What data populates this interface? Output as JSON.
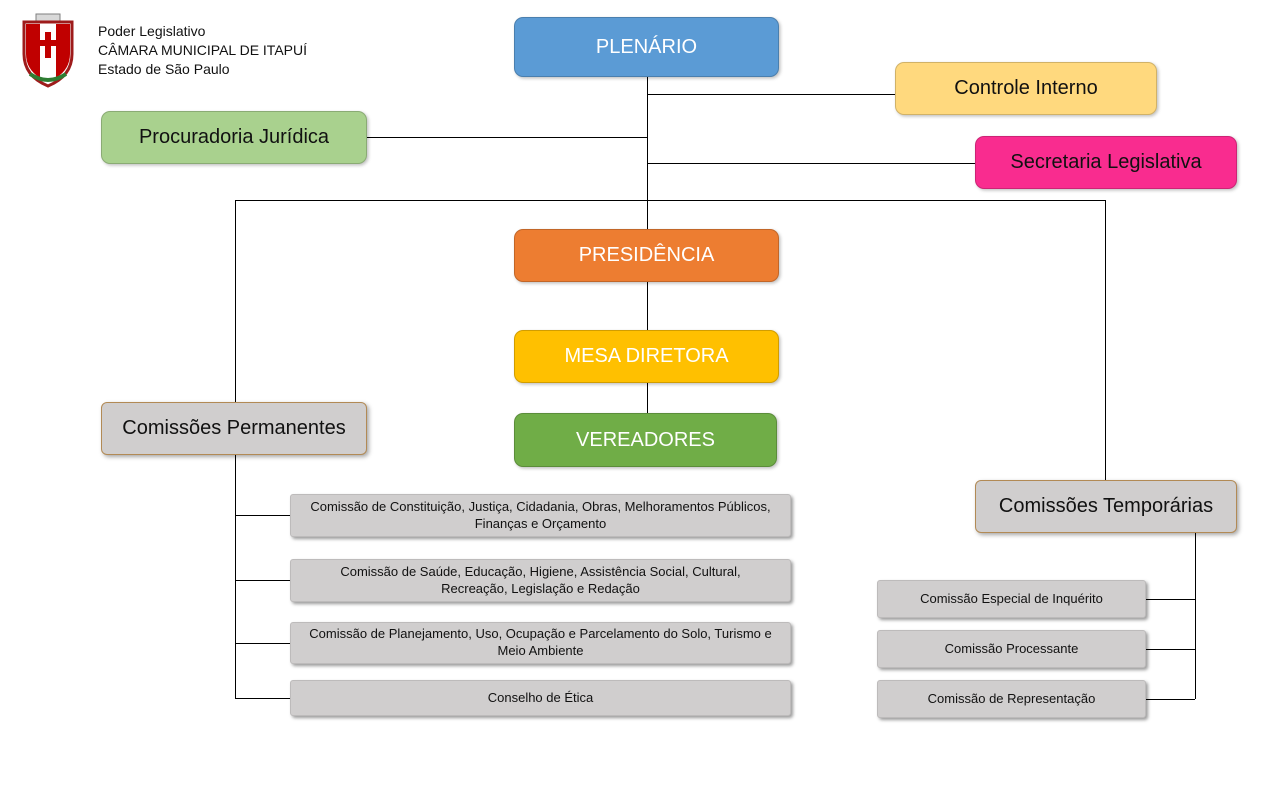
{
  "letterhead": {
    "line1": "Poder Legislativo",
    "line2": "CÂMARA MUNICIPAL DE ITAPUÍ",
    "line3": "Estado de São Paulo"
  },
  "org": {
    "plenario": "PLENÁRIO",
    "controle_interno": "Controle Interno",
    "procuradoria_juridica": "Procuradoria Jurídica",
    "secretaria_legislativa": "Secretaria Legislativa",
    "presidencia": "PRESIDÊNCIA",
    "mesa_diretora": "MESA DIRETORA",
    "vereadores": "VEREADORES",
    "comissoes_permanentes": "Comissões Permanentes",
    "comissoes_temporarias": "Comissões Temporárias",
    "permanentes": [
      "Comissão de Constituição, Justiça, Cidadania, Obras, Melhoramentos Públicos, Finanças e Orçamento",
      "Comissão de Saúde, Educação, Higiene, Assistência Social, Cultural, Recreação, Legislação e Redação",
      "Comissão de Planejamento, Uso, Ocupação e Parcelamento do Solo, Turismo e Meio Ambiente",
      "Conselho de Ética"
    ],
    "temporarias": [
      "Comissão Especial de Inquérito",
      "Comissão Processante",
      "Comissão de Representação"
    ]
  },
  "colors": {
    "plenario": "#5B9BD5",
    "controle_interno": "#FFD97E",
    "procuradoria_juridica": "#A9D18E",
    "secretaria_legislativa": "#F92C8F",
    "presidencia": "#ED7D31",
    "mesa_diretora": "#FFC000",
    "vereadores": "#70AD47",
    "comissoes_box": "#D0CECE",
    "child_box": "#D0CECE",
    "connector": "#000000"
  }
}
